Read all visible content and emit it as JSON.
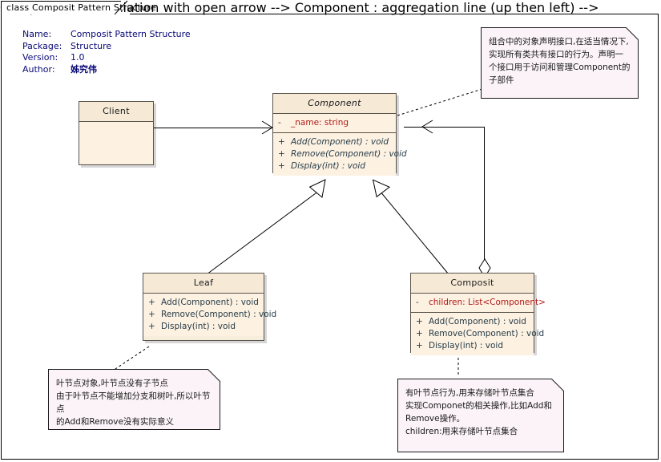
{
  "frame": {
    "tab_label": "class Composit Pattern Structure"
  },
  "meta": {
    "rows": [
      {
        "key": "Name:",
        "value": "Composit Pattern Structure",
        "cjk": false
      },
      {
        "key": "Package:",
        "value": "Structure",
        "cjk": false
      },
      {
        "key": "Version:",
        "value": "1.0",
        "cjk": false
      },
      {
        "key": "Author:",
        "value": "姊究伟",
        "cjk": true
      }
    ]
  },
  "classes": {
    "client": {
      "name": "Client",
      "italic": false,
      "attributes": [],
      "operations": []
    },
    "component": {
      "name": "Component",
      "italic": true,
      "attributes": [
        {
          "vis": "-",
          "sig": "_name: string"
        }
      ],
      "operations": [
        {
          "vis": "+",
          "sig": "Add(Component) : void"
        },
        {
          "vis": "+",
          "sig": "Remove(Component) : void"
        },
        {
          "vis": "+",
          "sig": "Display(int) : void"
        }
      ]
    },
    "leaf": {
      "name": "Leaf",
      "italic": false,
      "attributes": [],
      "operations": [
        {
          "vis": "+",
          "sig": "Add(Component) : void"
        },
        {
          "vis": "+",
          "sig": "Remove(Component) : void"
        },
        {
          "vis": "+",
          "sig": "Display(int) : void"
        }
      ]
    },
    "composit": {
      "name": "Composit",
      "italic": false,
      "attributes": [
        {
          "vis": "-",
          "sig": "children:  List<Component>"
        }
      ],
      "operations": [
        {
          "vis": "+",
          "sig": "Add(Component) : void"
        },
        {
          "vis": "+",
          "sig": "Remove(Component) : void"
        },
        {
          "vis": "+",
          "sig": "Display(int) : void"
        }
      ]
    }
  },
  "notes": {
    "component_note": {
      "text": "组合中的对象声明接口,在适当情况下,实现所有类共有接口的行为。声明一个接口用于访问和管理Component的子部件"
    },
    "leaf_note": {
      "text": "叶节点对象,叶节点没有子节点\n由于叶节点不能增加分支和树叶,所以叶节点\n的Add和Remove没有实际意义"
    },
    "composit_note": {
      "text": "有叶节点行为,用来存储叶节点集合\n实现Componet的相关操作,比如Add和\nRemove操作。\nchildren:用来存储叶节点集合"
    }
  },
  "colors": {
    "class_fill": "#f7eddc",
    "class_attr_fill": "#fdf1e1",
    "class_border": "#59544c",
    "note_fill": "#fbf3f7",
    "note_border": "#1c1c1c",
    "attr_text": "#b11a1a",
    "member_text": "#263d4a",
    "meta_text": "#0a0a78",
    "line": "#000000"
  }
}
